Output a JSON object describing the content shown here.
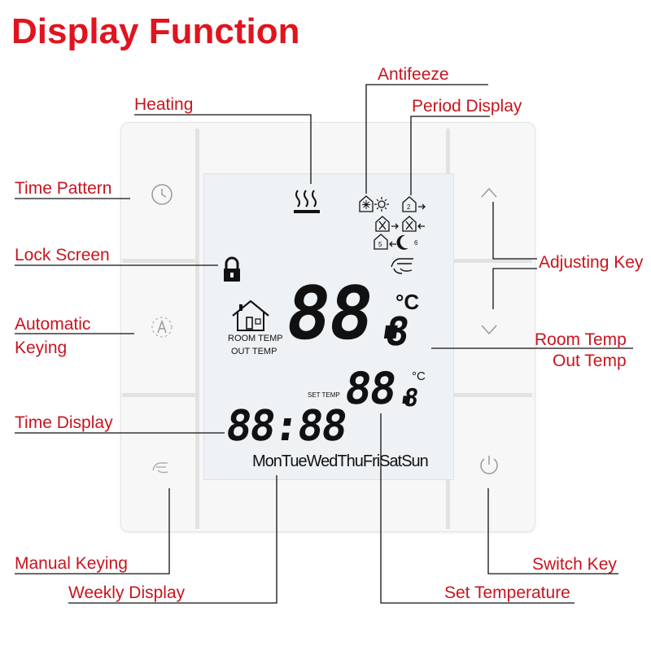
{
  "title": "Display Function",
  "labels": {
    "antifreeze": "Antifeeze",
    "heating": "Heating",
    "period_display": "Period Display",
    "time_pattern": "Time Pattern",
    "lock_screen": "Lock Screen",
    "adjusting_key": "Adjusting Key",
    "automatic_keying": "Automatic\nKeying",
    "room_out_temp_line1": "Room Temp",
    "room_out_temp_line2": "Out Temp",
    "time_display": "Time Display",
    "manual_keying": "Manual Keying",
    "switch_key": "Switch Key",
    "weekly_display": "Weekly Display",
    "set_temperature": "Set Temperature"
  },
  "lcd": {
    "main_temp": "88.",
    "main_temp_decimal": "8",
    "unit": "°C",
    "set_unit": "°C",
    "room_temp_label": "ROOM TEMP",
    "out_temp_label": "OUT TEMP",
    "set_temp_label": "SET TEMP",
    "set_temp": "88.",
    "set_temp_decimal": "8",
    "time": "88:88",
    "weekdays": "MonTueWedThuFriSatSun",
    "period_numbers": [
      "2",
      "5",
      "6"
    ]
  },
  "colors": {
    "title": "#e0141e",
    "label": "#c8141e",
    "leader_line": "#111111"
  },
  "icons": [
    "heating-icon",
    "snowflake-house-icon",
    "sun-icon",
    "period-house-icon",
    "moon-icon",
    "hand-icon",
    "lock-icon",
    "house-icon",
    "clock-icon",
    "a-icon",
    "hand-touch-icon",
    "up-arrow-icon",
    "down-arrow-icon",
    "power-icon"
  ]
}
